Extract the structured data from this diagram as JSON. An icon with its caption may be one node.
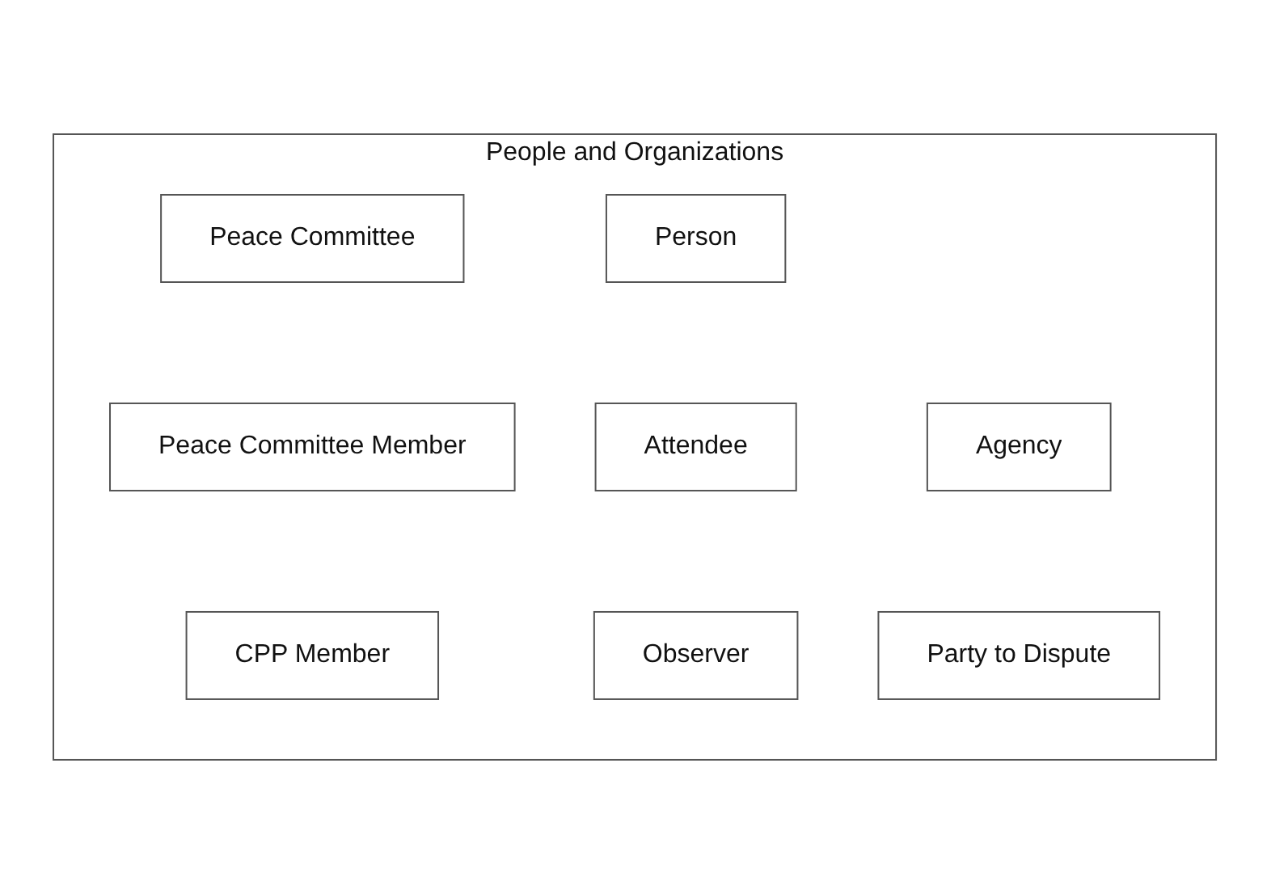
{
  "diagram": {
    "nodes": [
      {
        "text": [
          "People and Organizations"
        ]
      },
      {
        "text": [
          "Person"
        ],
        "in": 0
      },
      {
        "text": [
          "Agency"
        ],
        "in": 0
      },
      {
        "text": [
          "Party to Dispute"
        ],
        "in": 0
      },
      {
        "text": [
          "Peace Committee"
        ],
        "in": 0
      },
      {
        "text": [
          "Attendee"
        ],
        "in": 0
      },
      {
        "text": [
          "Peace Committee Member"
        ],
        "in": 0
      },
      {
        "text": [
          "Observer"
        ],
        "in": 0
      },
      {
        "text": [
          "CPP Member"
        ],
        "in": 0
      }
    ]
  }
}
